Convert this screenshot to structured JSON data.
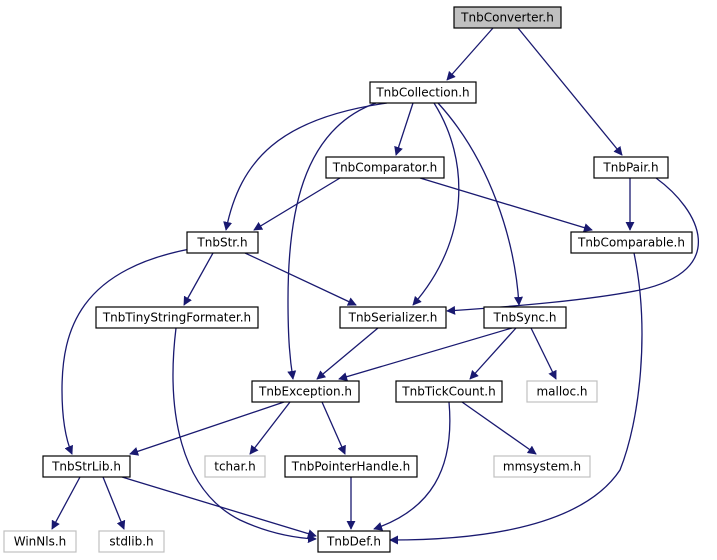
{
  "colors": {
    "edge": "#191970",
    "arrow": "#191970",
    "node_border": "#000000",
    "external_border": "#c0c0c0",
    "root_fill": "#c0c0c0",
    "node_fill": "#ffffff",
    "text": "#000000",
    "external_text": "#000000"
  },
  "nodes": {
    "TnbConverter": "TnbConverter.h",
    "TnbCollection": "TnbCollection.h",
    "TnbComparator": "TnbComparator.h",
    "TnbPair": "TnbPair.h",
    "TnbStr": "TnbStr.h",
    "TnbComparable": "TnbComparable.h",
    "TnbTinyStringFormater": "TnbTinyStringFormater.h",
    "TnbSerializer": "TnbSerializer.h",
    "TnbSync": "TnbSync.h",
    "TnbException": "TnbException.h",
    "TnbTickCount": "TnbTickCount.h",
    "malloc": "malloc.h",
    "TnbStrLib": "TnbStrLib.h",
    "tchar": "tchar.h",
    "TnbPointerHandle": "TnbPointerHandle.h",
    "mmsystem": "mmsystem.h",
    "WinNls": "WinNls.h",
    "stdlib": "stdlib.h",
    "TnbDef": "TnbDef.h"
  },
  "edges": [
    [
      "TnbConverter",
      "TnbCollection"
    ],
    [
      "TnbConverter",
      "TnbPair"
    ],
    [
      "TnbCollection",
      "TnbComparator"
    ],
    [
      "TnbCollection",
      "TnbStr"
    ],
    [
      "TnbCollection",
      "TnbException"
    ],
    [
      "TnbCollection",
      "TnbSerializer"
    ],
    [
      "TnbCollection",
      "TnbSync"
    ],
    [
      "TnbComparator",
      "TnbStr"
    ],
    [
      "TnbComparator",
      "TnbComparable"
    ],
    [
      "TnbPair",
      "TnbComparable"
    ],
    [
      "TnbPair",
      "TnbSerializer"
    ],
    [
      "TnbStr",
      "TnbTinyStringFormater"
    ],
    [
      "TnbStr",
      "TnbSerializer"
    ],
    [
      "TnbStr",
      "TnbStrLib"
    ],
    [
      "TnbComparable",
      "TnbDef"
    ],
    [
      "TnbTinyStringFormater",
      "TnbDef"
    ],
    [
      "TnbSerializer",
      "TnbException"
    ],
    [
      "TnbSync",
      "TnbException"
    ],
    [
      "TnbSync",
      "TnbTickCount"
    ],
    [
      "TnbSync",
      "malloc"
    ],
    [
      "TnbException",
      "TnbStrLib"
    ],
    [
      "TnbException",
      "tchar"
    ],
    [
      "TnbException",
      "TnbPointerHandle"
    ],
    [
      "TnbTickCount",
      "mmsystem"
    ],
    [
      "TnbTickCount",
      "TnbDef"
    ],
    [
      "TnbPointerHandle",
      "TnbDef"
    ],
    [
      "TnbStrLib",
      "WinNls"
    ],
    [
      "TnbStrLib",
      "stdlib"
    ],
    [
      "TnbStrLib",
      "TnbDef"
    ]
  ]
}
